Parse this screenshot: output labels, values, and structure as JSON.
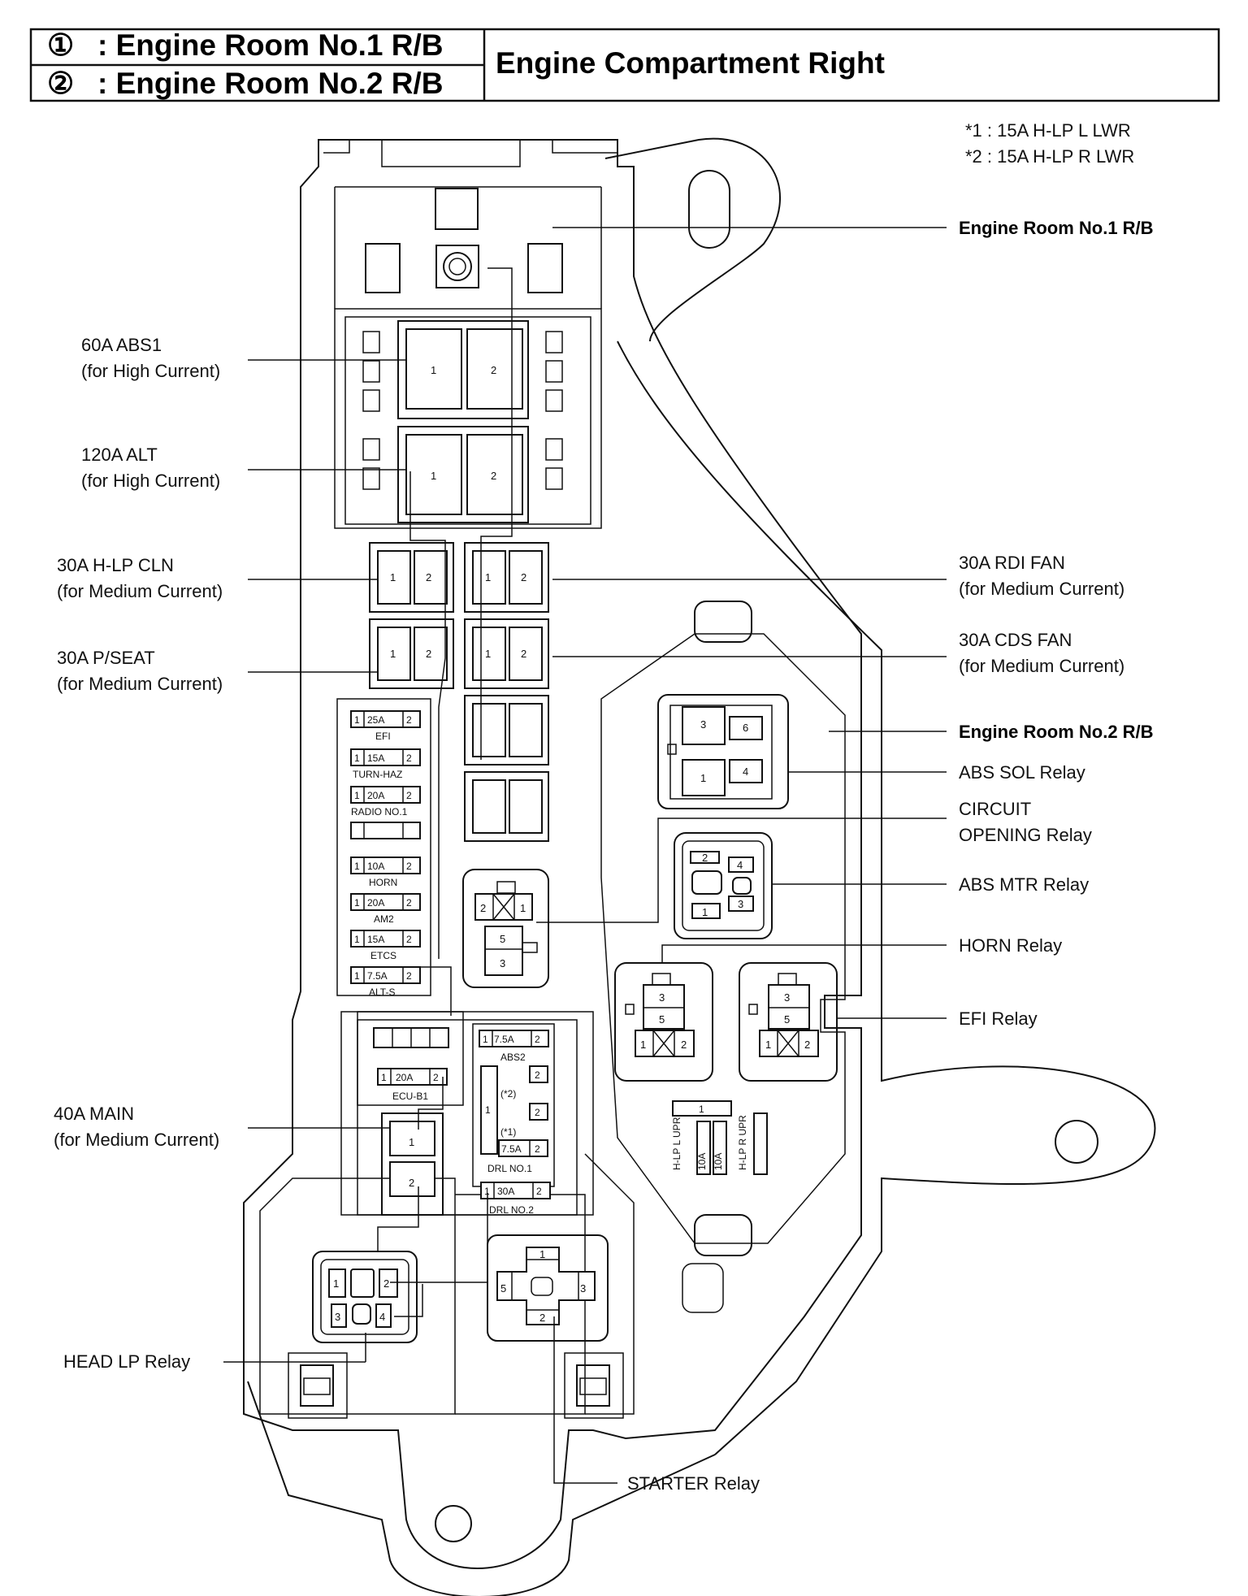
{
  "header": {
    "row1_symbol": "①",
    "row1_text": ": Engine Room No.1 R/B",
    "row2_symbol": "②",
    "row2_text": ": Engine Room No.2 R/B",
    "title": "Engine Compartment Right"
  },
  "notes": {
    "note1": "*1 : 15A H-LP L LWR",
    "note2": "*2 : 15A H-LP R LWR"
  },
  "callouts_left": {
    "abs1_a": "60A ABS1",
    "abs1_b": "(for High Current)",
    "alt_a": "120A ALT",
    "alt_b": "(for High Current)",
    "hlpcln_a": "30A H-LP CLN",
    "hlpcln_b": "(for Medium Current)",
    "pseat_a": "30A P/SEAT",
    "pseat_b": "(for Medium Current)",
    "main_a": "40A MAIN",
    "main_b": "(for Medium Current)",
    "headlp": "HEAD LP Relay"
  },
  "callouts_right": {
    "er1": "Engine Room No.1 R/B",
    "rdi_a": "30A RDI FAN",
    "rdi_b": "(for Medium Current)",
    "cds_a": "30A CDS FAN",
    "cds_b": "(for Medium Current)",
    "er2": "Engine Room No.2 R/B",
    "abssol": "ABS SOL Relay",
    "circuit_a": "CIRCUIT",
    "circuit_b": "OPENING Relay",
    "absmtr": "ABS MTR Relay",
    "horn": "HORN Relay",
    "efi": "EFI Relay"
  },
  "callouts_bottom": {
    "starter": "STARTER Relay"
  },
  "fuses_small": [
    {
      "amp": "25A",
      "name": "EFI"
    },
    {
      "amp": "15A",
      "name": "TURN-HAZ"
    },
    {
      "amp": "20A",
      "name": "RADIO NO.1"
    },
    {
      "amp": "10A",
      "name": "HORN"
    },
    {
      "amp": "20A",
      "name": "AM2"
    },
    {
      "amp": "15A",
      "name": "ETCS"
    },
    {
      "amp": "7.5A",
      "name": "ALT-S"
    }
  ],
  "fuses_mid": {
    "ecub1_amp": "20A",
    "ecub1_name": "ECU-B1",
    "abs2_amp": "7.5A",
    "abs2_name": "ABS2",
    "star2": "(*2)",
    "star1": "(*1)",
    "drl1_amp": "7.5A",
    "drl1_name": "DRL NO.1",
    "drl2_amp": "30A",
    "drl2_name": "DRL NO.2"
  },
  "fuses_right": {
    "left_name": "H-LP L UPR",
    "left_amp": "10A",
    "right_name": "H-LP R UPR",
    "right_amp": "10A"
  },
  "pins": {
    "p1": "1",
    "p2": "2",
    "p3": "3",
    "p4": "4",
    "p5": "5",
    "p6": "6"
  }
}
